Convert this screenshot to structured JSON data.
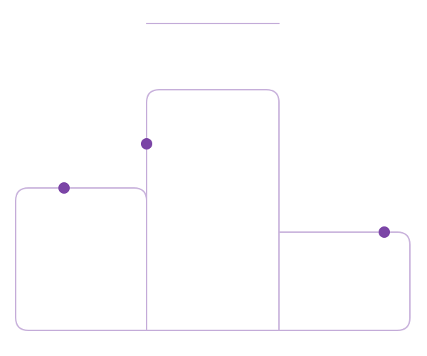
{
  "diagram": {
    "colors": {
      "outline": "#c9b3dc",
      "marker": "#7b45a6",
      "background": "#ffffff"
    },
    "top_bar": {},
    "boxes": [
      {
        "id": "left",
        "relative_height": 0.59
      },
      {
        "id": "center",
        "relative_height": 1.0
      },
      {
        "id": "right",
        "relative_height": 0.41
      }
    ],
    "markers": [
      {
        "id": "left",
        "on_box": "left",
        "edge": "top"
      },
      {
        "id": "center",
        "on_box": "center",
        "edge": "left"
      },
      {
        "id": "right",
        "on_box": "right",
        "edge": "top"
      }
    ]
  }
}
